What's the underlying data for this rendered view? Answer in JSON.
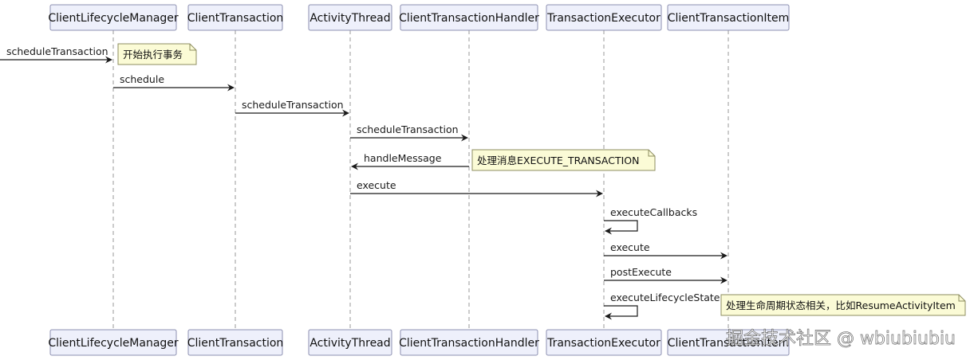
{
  "participants": [
    "ClientLifecycleManager",
    "ClientTransaction",
    "ActivityThread",
    "ClientTransactionHandler",
    "TransactionExecutor",
    "ClientTransactionItem"
  ],
  "messages": [
    {
      "from": "external",
      "to": "ClientLifecycleManager",
      "label": "scheduleTransaction"
    },
    {
      "from": "ClientLifecycleManager",
      "to": "ClientTransaction",
      "label": "schedule"
    },
    {
      "from": "ClientTransaction",
      "to": "ActivityThread",
      "label": "scheduleTransaction"
    },
    {
      "from": "ActivityThread",
      "to": "ClientTransactionHandler",
      "label": "scheduleTransaction"
    },
    {
      "from": "ClientTransactionHandler",
      "to": "ActivityThread",
      "label": "handleMessage"
    },
    {
      "from": "ActivityThread",
      "to": "TransactionExecutor",
      "label": "execute"
    },
    {
      "from": "TransactionExecutor",
      "to": "TransactionExecutor",
      "label": "executeCallbacks"
    },
    {
      "from": "TransactionExecutor",
      "to": "ClientTransactionItem",
      "label": "execute"
    },
    {
      "from": "TransactionExecutor",
      "to": "ClientTransactionItem",
      "label": "postExecute"
    },
    {
      "from": "TransactionExecutor",
      "to": "TransactionExecutor",
      "label": "executeLifecycleState"
    }
  ],
  "notes": [
    {
      "anchor": "ClientLifecycleManager",
      "text": "开始执行事务"
    },
    {
      "anchor": "ClientTransactionHandler",
      "text": "处理消息EXECUTE_TRANSACTION"
    },
    {
      "anchor": "ClientTransactionItem",
      "text": "处理生命周期状态相关，比如ResumeActivityItem"
    }
  ],
  "watermark": "掘金技术社区 @ wbiubiubiu",
  "colors": {
    "participant_fill": "#eef0fb",
    "participant_border": "#8c8fb0",
    "note_fill": "#fbfbd6",
    "lifeline": "#9a9a9a",
    "arrow": "#1a1a1a"
  }
}
